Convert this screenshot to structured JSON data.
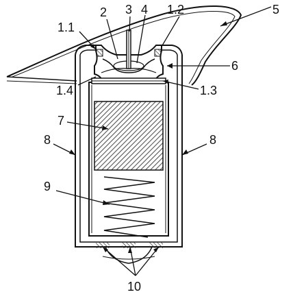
{
  "labels": {
    "l1_1": "1.1",
    "l2": "2",
    "l3": "3",
    "l4": "4",
    "l1_2": "1.2",
    "l5": "5",
    "l6": "6",
    "l1_4": "1.4",
    "l1_3": "1.3",
    "l7": "7",
    "l8_left": "8",
    "l8_right": "8",
    "l9": "9",
    "l10": "10"
  },
  "colors": {
    "ink": "#111111",
    "hatch": "#555555",
    "fill_light": "#ffffff"
  }
}
